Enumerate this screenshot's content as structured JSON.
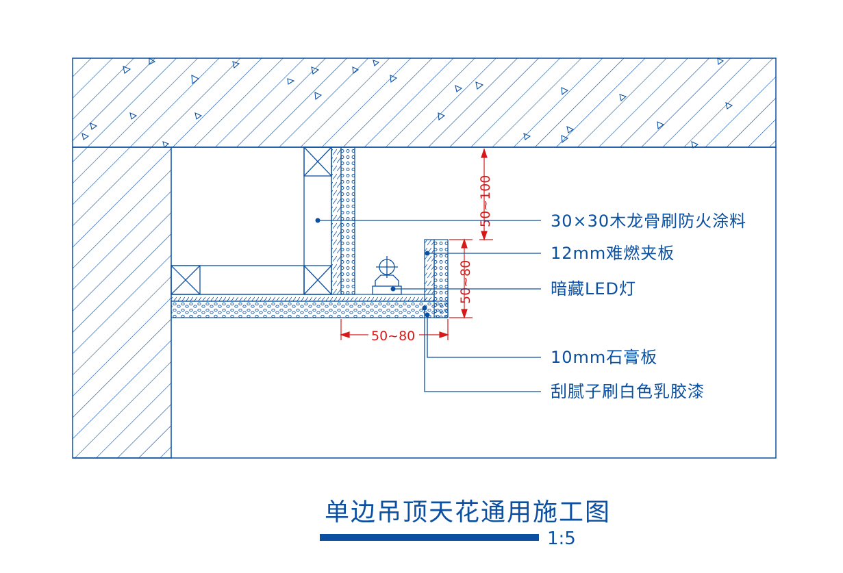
{
  "colors": {
    "line": "#0a4fa0",
    "dimension": "#d61a1a",
    "background": "#ffffff"
  },
  "callouts": [
    {
      "text": "30×30木龙骨刷防火涂料"
    },
    {
      "text": "12mm难燃夹板"
    },
    {
      "text": "暗藏LED灯"
    },
    {
      "text": "10mm石膏板"
    },
    {
      "text": "刮腻子刷白色乳胶漆"
    }
  ],
  "dimensions": {
    "top_gap": "50~100",
    "cove_height": "50~80",
    "cove_width": "50~80"
  },
  "title": "单边吊顶天花通用施工图",
  "scale": "1:5"
}
